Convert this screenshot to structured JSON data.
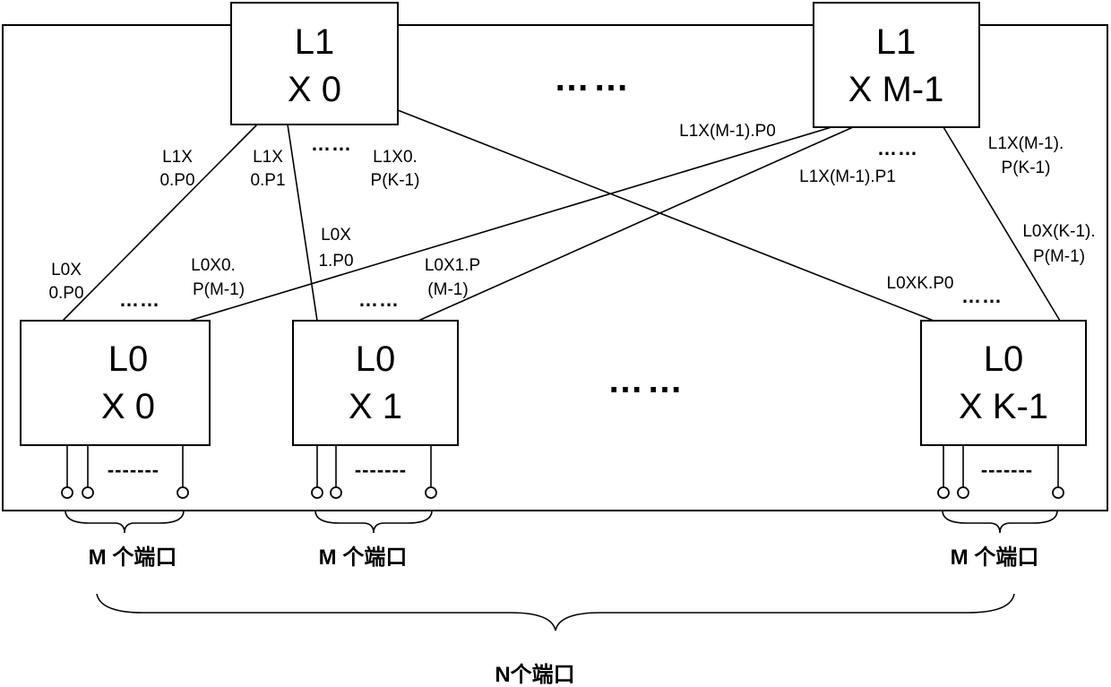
{
  "nodes": {
    "l1_x0": {
      "line1": "L1",
      "line2": "X 0"
    },
    "l1_xm1": {
      "line1": "L1",
      "line2": "X M-1"
    },
    "l0_x0": {
      "line1": "L0",
      "line2": "X 0"
    },
    "l0_x1": {
      "line1": "L0",
      "line2": "X 1"
    },
    "l0_xk1": {
      "line1": "L0",
      "line2": "X K-1"
    }
  },
  "link_labels": {
    "l1x0_p0": [
      "L1X",
      "0.P0"
    ],
    "l1x0_p1": [
      "L1X",
      "0.P1"
    ],
    "l1x0_pk1": [
      "L1X0.",
      "P(K-1)"
    ],
    "l1xm1_p0": [
      "L1X(M-1).P0"
    ],
    "l1xm1_p1": [
      "L1X(M-1).P1"
    ],
    "l1xm1_pk1": [
      "L1X(M-1).",
      "P(K-1)"
    ],
    "l0x0_p0": [
      "L0X",
      "0.P0"
    ],
    "l0x0_pm1": [
      "L0X0.",
      "P(M-1)"
    ],
    "l0x1_p0": [
      "L0X",
      "1.P0"
    ],
    "l0x1_pm1": [
      "L0X1.P",
      "(M-1)"
    ],
    "l0xk_p0": [
      "L0XK.P0"
    ],
    "l0xk1_pm1": [
      "L0X(K-1).",
      "P(M-1)"
    ]
  },
  "ellipsis": {
    "big": "……",
    "small": "……",
    "ports": "-------"
  },
  "port_groups": {
    "group_0": "M 个端口",
    "group_1": "M 个端口",
    "group_k": "M 个端口"
  },
  "total_ports": "N个端口"
}
